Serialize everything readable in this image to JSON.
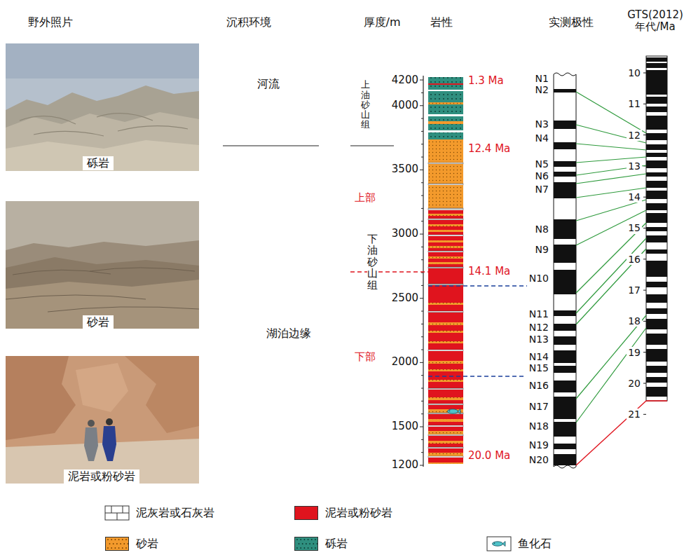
{
  "diagram": {
    "nodes": [
      {
        "text": [
          "砾岩"
        ]
      },
      {
        "text": [
          "砂岩"
        ]
      },
      {
        "text": [
          "泥岩或粉砂岩"
        ]
      }
    ],
    "labels": [
      "野外照片",
      "沉积环境",
      "厚度/m",
      "岩性",
      "实测极性",
      "GTS(2012) 年代/Ma",
      "河流",
      "湖泊边缘",
      "上油砂山组",
      "下油砂山组",
      "上部",
      "下部",
      "4200",
      "4000",
      "3500",
      "3000",
      "2500",
      "2000",
      "1500",
      "1200",
      "1.3 Ma",
      "12.4 Ma",
      "14.1 Ma",
      "20.0 Ma",
      "N1",
      "N2",
      "N3",
      "N4",
      "N5",
      "N6",
      "N7",
      "N8",
      "N9",
      "N10",
      "N11",
      "N12",
      "N13",
      "N14",
      "N15",
      "N16",
      "N17",
      "N18",
      "N19",
      "N20",
      "10",
      "11",
      "12",
      "13",
      "14",
      "15",
      "16",
      "17",
      "18",
      "19",
      "20",
      "21"
    ],
    "legend": [
      {
        "text": "泥灰岩或石灰岩"
      },
      {
        "text": "泥岩或粉砂岩",
        "color": "#e0141e"
      },
      {
        "text": "砂岩",
        "color": "#f39a2c"
      },
      {
        "text": "砾岩",
        "color": "#2f8f7f"
      },
      {
        "text": "鱼化石"
      }
    ]
  }
}
